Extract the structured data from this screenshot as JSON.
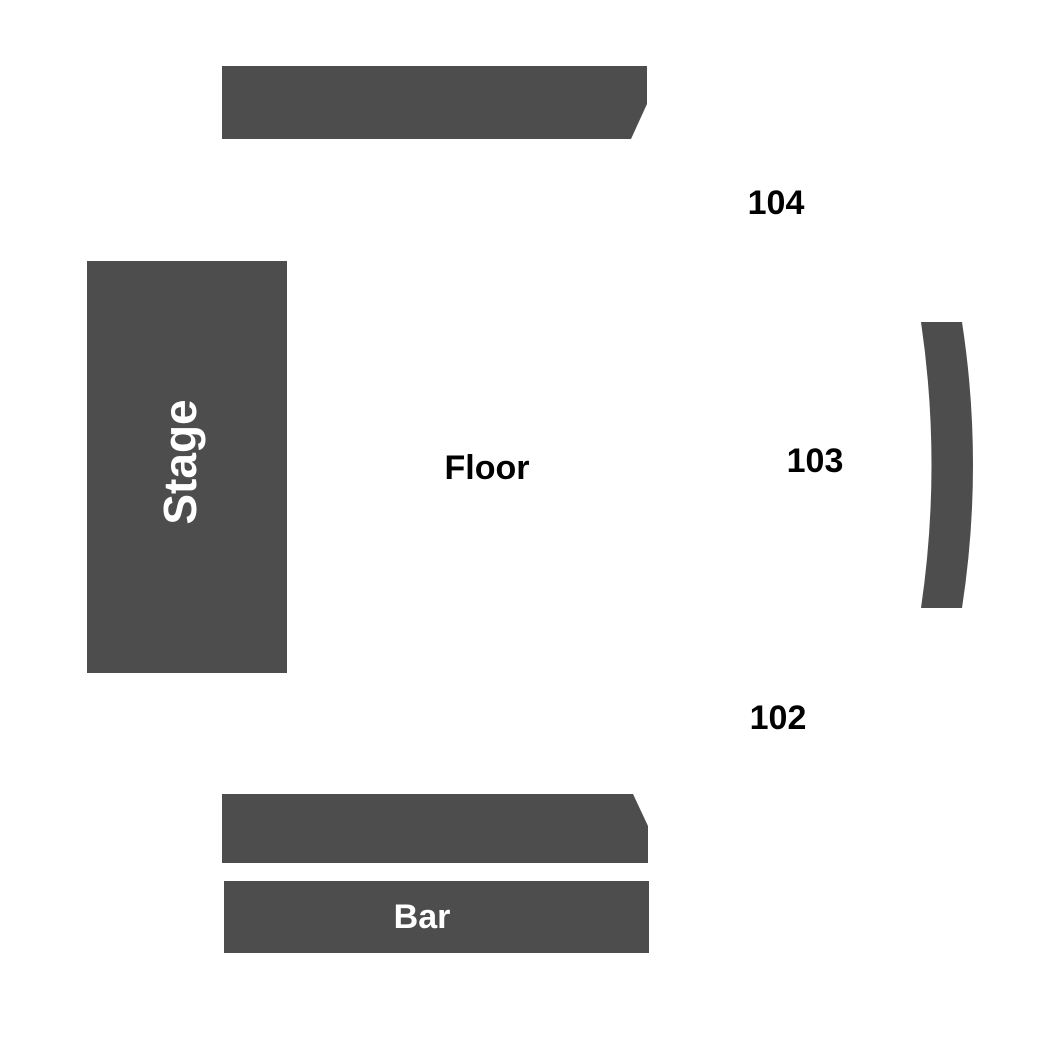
{
  "colors": {
    "background": "#ffffff",
    "section_fill": "#4d4d4d",
    "dark_text": "#000000",
    "light_text": "#ffffff"
  },
  "labels": {
    "stage": "Stage",
    "floor": "Floor",
    "bar": "Bar",
    "section_104": "104",
    "section_103": "103",
    "section_102": "102"
  }
}
